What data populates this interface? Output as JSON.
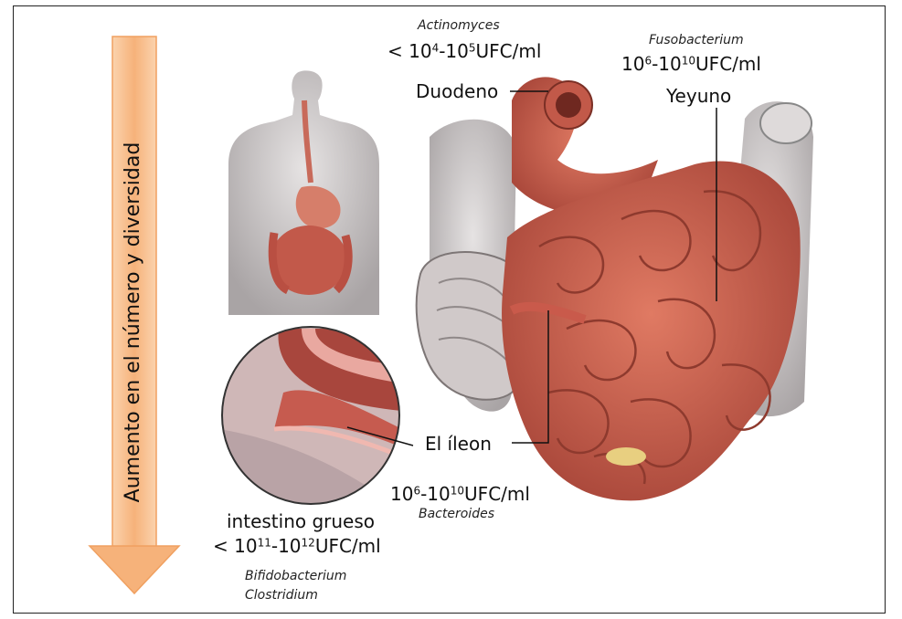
{
  "arrow": {
    "label": "Aumento en el número y diversidad",
    "color": "#f4a35c"
  },
  "labels": {
    "actinomyces": {
      "genus": "Actinomyces",
      "count_prefix": "< 10",
      "exp1": "4",
      "mid": "-10",
      "exp2": "5",
      "unit": "UFC/ml"
    },
    "fusobacterium": {
      "genus": "Fusobacterium",
      "base1": "10",
      "exp1": "6",
      "mid": "-10",
      "exp2": "10",
      "unit": "UFC/ml"
    },
    "duodeno": "Duodeno",
    "yeyuno": "Yeyuno",
    "ileon": "El íleon",
    "bacteroides": {
      "genus": "Bacteroides",
      "base1": "10",
      "exp1": "6",
      "mid": "-10",
      "exp2": "10",
      "unit": "UFC/ml"
    },
    "grueso": {
      "name": "intestino grueso",
      "count_prefix": "< 10",
      "exp1": "11",
      "mid": "-10",
      "exp2": "12",
      "unit": "UFC/ml",
      "genus1": "Bifidobacterium",
      "genus2": "Clostridium"
    }
  },
  "colors": {
    "intestine": "#c8604d",
    "intestine_dark": "#8e3a2e",
    "colon": "#c9c4c4",
    "mesentery": "#e8cf82",
    "body": "#d9d9d9"
  }
}
